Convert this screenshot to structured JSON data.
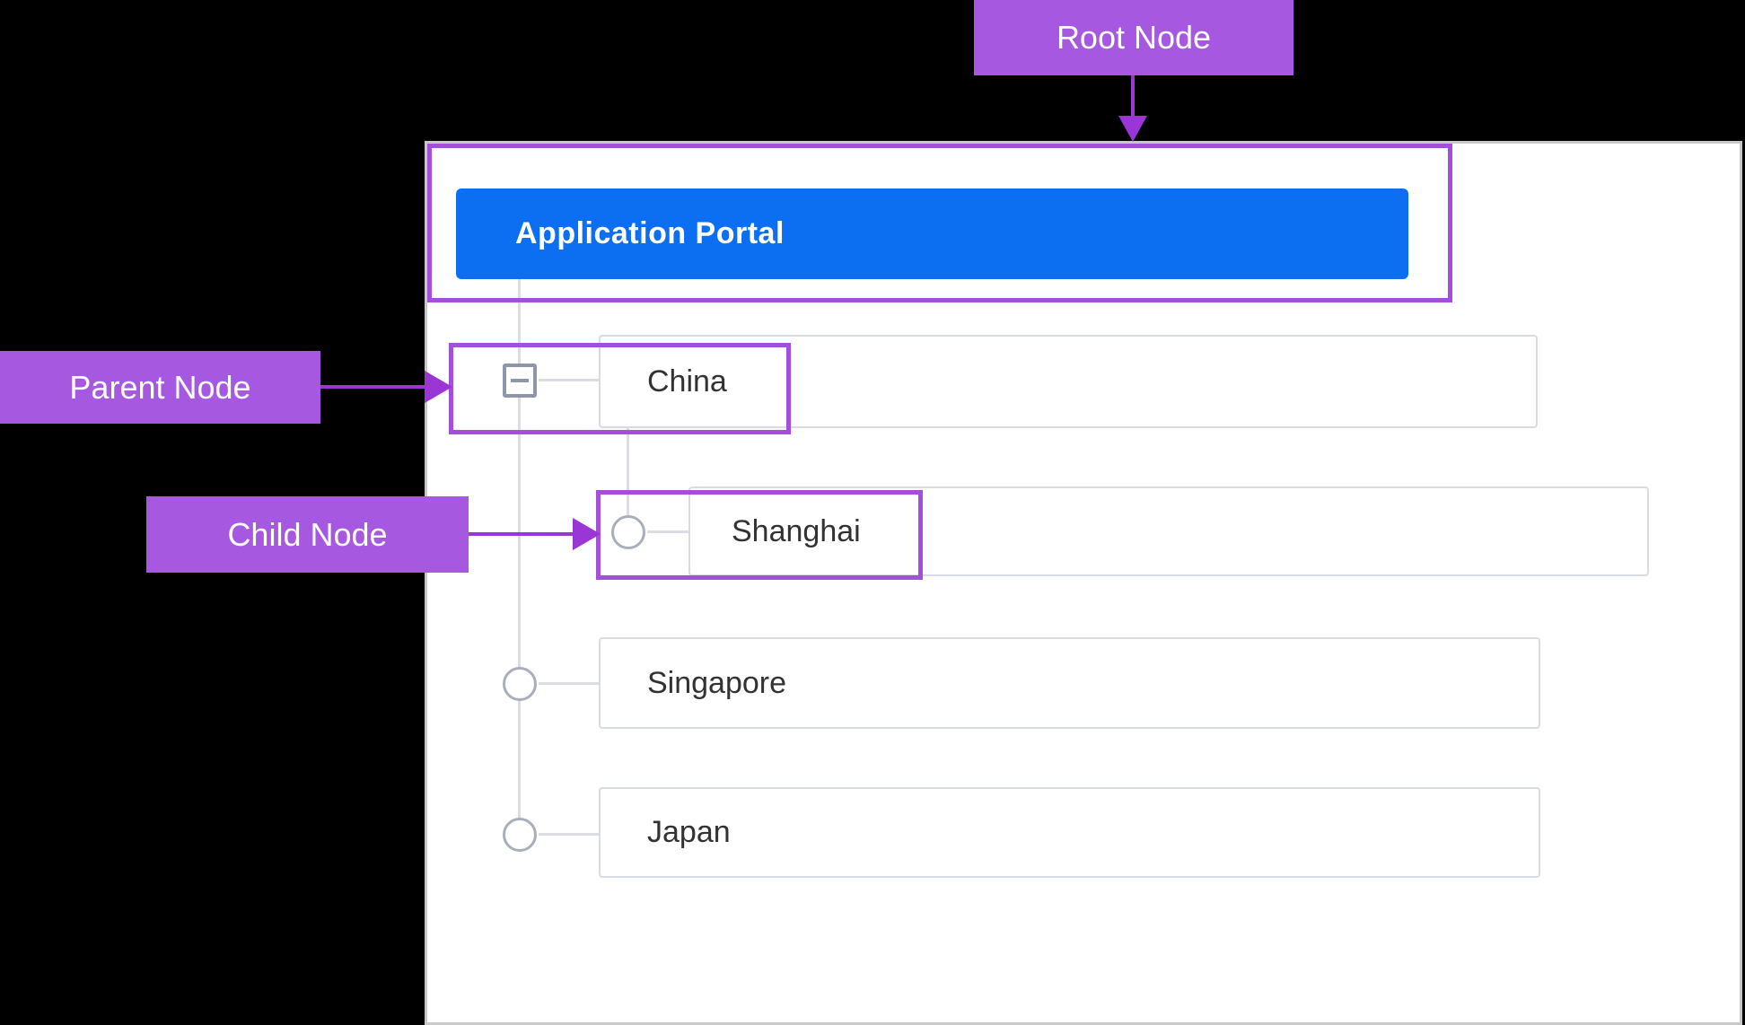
{
  "annotations": {
    "root_label": "Root Node",
    "parent_label": "Parent Node",
    "child_label": "Child Node"
  },
  "tree": {
    "root": {
      "label": "Application Portal",
      "selected": true
    },
    "nodes": [
      {
        "label": "China",
        "level": 1,
        "state": "expanded",
        "toggle_icon": "minus-square-icon"
      },
      {
        "label": "Shanghai",
        "level": 2,
        "toggle_icon": "circle-icon"
      },
      {
        "label": "Singapore",
        "level": 1,
        "toggle_icon": "circle-icon"
      },
      {
        "label": "Japan",
        "level": 1,
        "toggle_icon": "circle-icon"
      }
    ]
  },
  "colors": {
    "page_background": "#000000",
    "panel_background": "#ffffff",
    "panel_border": "#c8c8c8",
    "root_node_fill": "#0c6ff2",
    "root_node_text": "#ffffff",
    "annotation_badge_fill": "#a658e0",
    "annotation_rect_border": "#a24fd9",
    "annotation_arrow": "#9a35d6",
    "tree_connector_line": "#dcdde2",
    "node_box_border": "#d9dbe3",
    "node_text": "#323232",
    "toggle_icon": "#8d97a9"
  }
}
